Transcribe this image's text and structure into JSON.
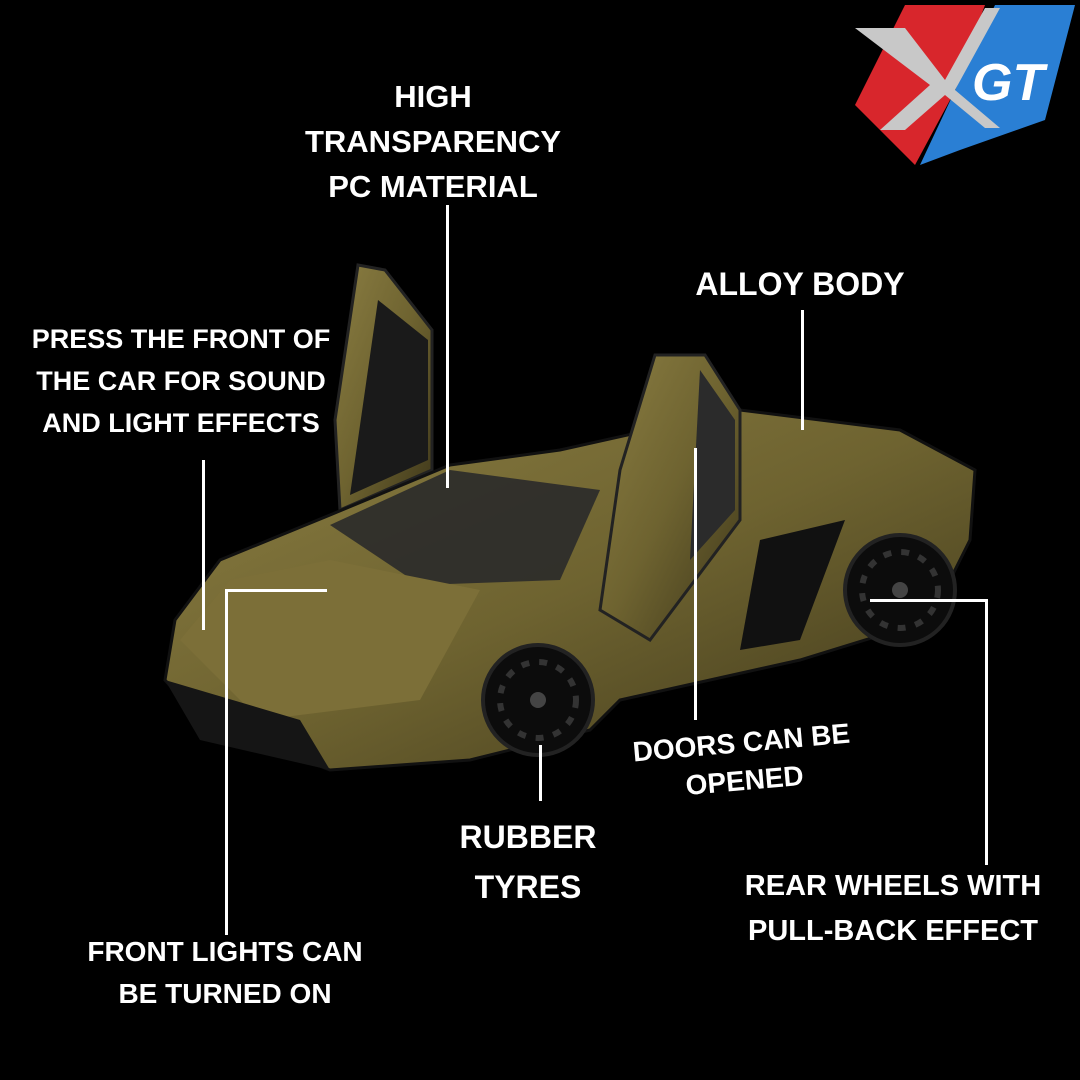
{
  "brand": {
    "logo_text": "XGT",
    "colors": {
      "red": "#d8262c",
      "blue": "#2a7fd4",
      "silver": "#c8c8c8"
    }
  },
  "product": {
    "body_color": "#6e6330"
  },
  "callouts": {
    "pc_material": [
      "HIGH",
      "TRANSPARENCY",
      "PC MATERIAL"
    ],
    "alloy_body": [
      "ALLOY BODY"
    ],
    "sound_light": [
      "PRESS THE FRONT OF",
      "THE CAR FOR SOUND",
      "AND LIGHT EFFECTS"
    ],
    "front_lights": [
      "FRONT LIGHTS CAN",
      "BE TURNED ON"
    ],
    "rubber_tyres": [
      "RUBBER",
      "TYRES"
    ],
    "doors": [
      "DOORS CAN BE",
      "OPENED"
    ],
    "rear_wheels": [
      "REAR WHEELS WITH",
      "PULL-BACK EFFECT"
    ]
  }
}
